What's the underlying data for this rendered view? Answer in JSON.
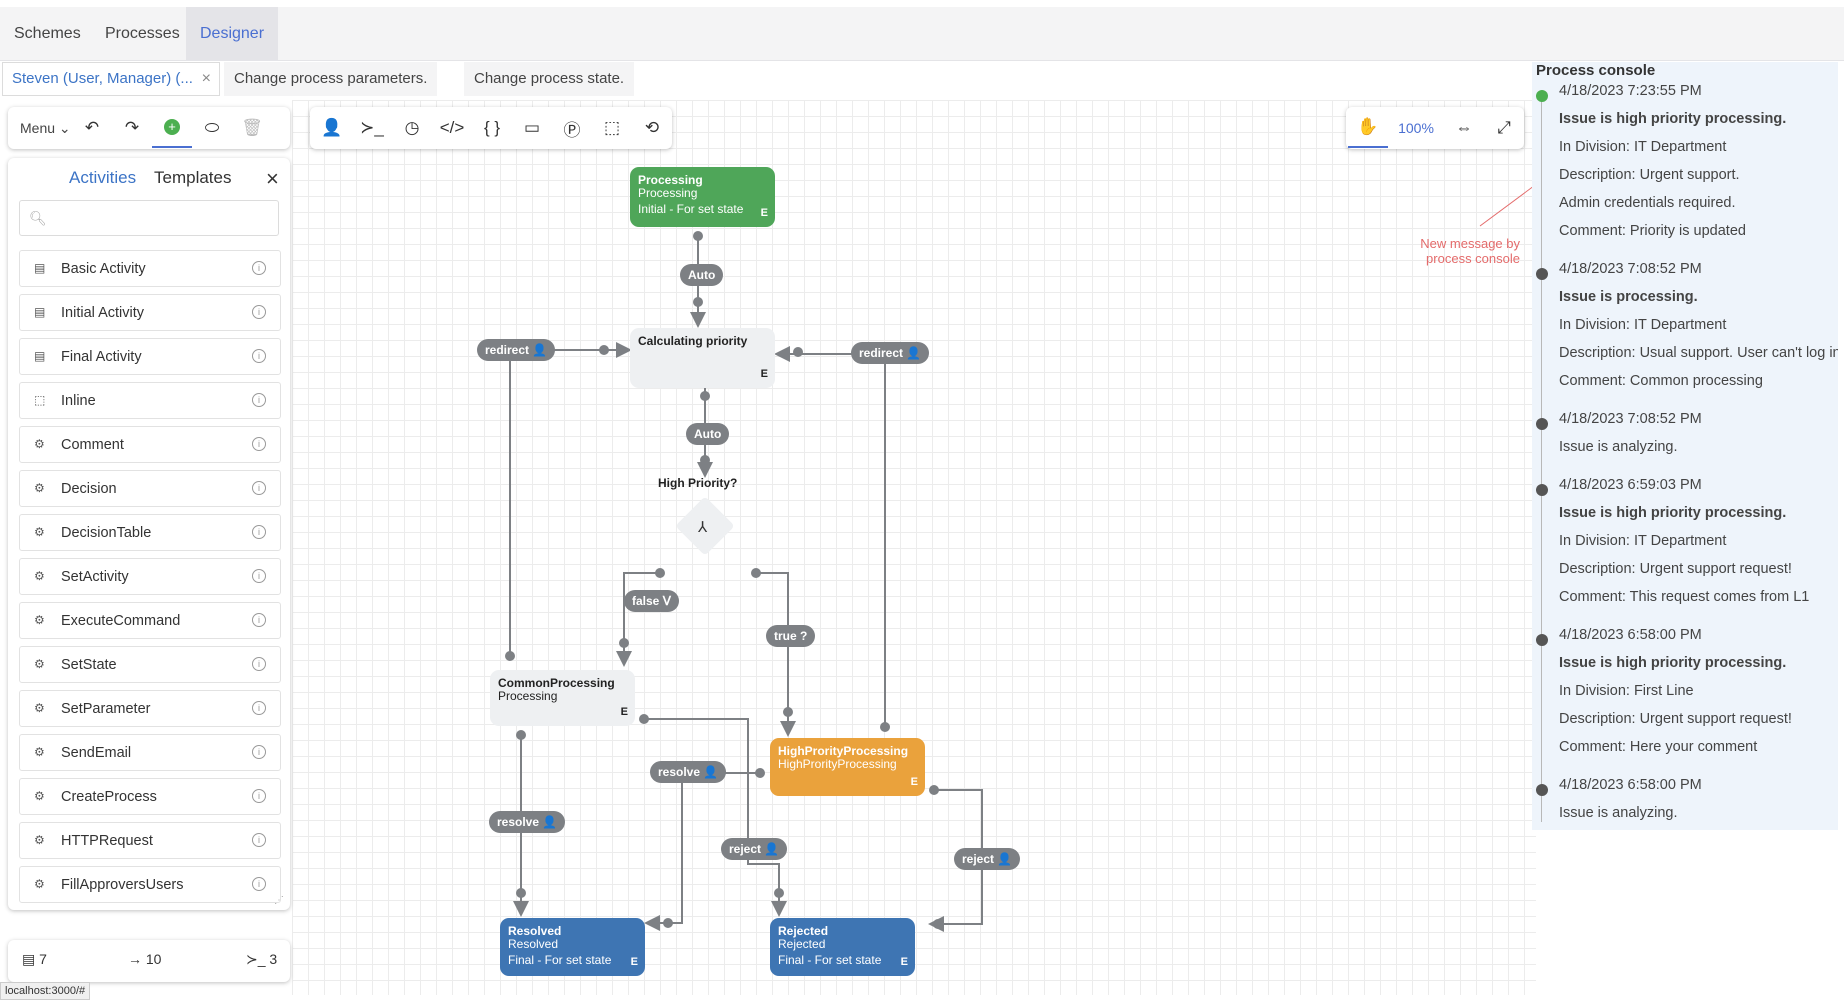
{
  "nav": {
    "tabs": [
      {
        "label": "Schemes"
      },
      {
        "label": "Processes"
      },
      {
        "label": "Designer"
      }
    ]
  },
  "subbar": {
    "user": "Steven (User, Manager) (...",
    "close": "×",
    "actions": [
      "Change process parameters.",
      "Change process state."
    ]
  },
  "toolbar": {
    "menu": "Menu",
    "zoom": "100%"
  },
  "panel": {
    "tabs": [
      "Activities",
      "Templates"
    ],
    "close": "×",
    "items": [
      "Basic Activity",
      "Initial Activity",
      "Final Activity",
      "Inline",
      "Comment",
      "Decision",
      "DecisionTable",
      "SetActivity",
      "ExecuteCommand",
      "SetState",
      "SetParameter",
      "SendEmail",
      "CreateProcess",
      "HTTPRequest",
      "FillApproversUsers"
    ]
  },
  "status": {
    "activities": "7",
    "transitions": "10",
    "commands": "3"
  },
  "url": "localhost:3000/#",
  "diagram": {
    "nodes": {
      "processing": {
        "title": "Processing",
        "state": "Processing",
        "sub": "Initial - For set state",
        "e": "E"
      },
      "calc": {
        "title": "Calculating priority",
        "e": "E"
      },
      "decision": {
        "title": "High Priority?"
      },
      "common": {
        "title": "CommonProcessing",
        "state": "Processing",
        "e": "E"
      },
      "high": {
        "title": "HighProrityProcessing",
        "state": "HighProrityProcessing",
        "e": "E"
      },
      "resolved": {
        "title": "Resolved",
        "state": "Resolved",
        "sub": "Final - For set state",
        "e": "E"
      },
      "rejected": {
        "title": "Rejected",
        "state": "Rejected",
        "sub": "Final - For set state",
        "e": "E"
      }
    },
    "labels": {
      "auto1": "Auto",
      "auto2": "Auto",
      "redirect_left": "redirect",
      "redirect_right": "redirect",
      "false": "false",
      "true": "true ?",
      "resolve1": "resolve",
      "resolve2": "resolve",
      "reject1": "reject",
      "reject2": "reject"
    }
  },
  "console": {
    "title": "Process console",
    "entries": [
      {
        "time": "4/18/2023 7:23:55 PM",
        "lines": [
          {
            "t": "Issue is high priority processing.",
            "b": true
          },
          {
            "t": "In Division: IT Department"
          },
          {
            "t": "Description: Urgent support."
          },
          {
            "t": "Admin credentials required."
          },
          {
            "t": "Comment: Priority is updated"
          }
        ]
      },
      {
        "time": "4/18/2023 7:08:52 PM",
        "lines": [
          {
            "t": "Issue is processing.",
            "b": true
          },
          {
            "t": "In Division: IT Department"
          },
          {
            "t": "Description: Usual support. User can't log in"
          },
          {
            "t": "Comment: Common processing"
          }
        ]
      },
      {
        "time": "4/18/2023 7:08:52 PM",
        "lines": [
          {
            "t": "Issue is analyzing."
          }
        ]
      },
      {
        "time": "4/18/2023 6:59:03 PM",
        "lines": [
          {
            "t": "Issue is high priority processing.",
            "b": true
          },
          {
            "t": "In Division: IT Department"
          },
          {
            "t": "Description: Urgent support request!"
          },
          {
            "t": "Comment: This request comes from L1"
          }
        ]
      },
      {
        "time": "4/18/2023 6:58:00 PM",
        "lines": [
          {
            "t": "Issue is high priority processing.",
            "b": true
          },
          {
            "t": "In Division: First Line"
          },
          {
            "t": "Description: Urgent support request!"
          },
          {
            "t": "Comment: Here your comment"
          }
        ]
      },
      {
        "time": "4/18/2023 6:58:00 PM",
        "lines": [
          {
            "t": "Issue is analyzing."
          }
        ]
      }
    ],
    "note": "New message by process console"
  },
  "colors": {
    "initial": "#4fa659",
    "activity": "#eef0f2",
    "highPriority": "#eaa23c",
    "final": "#3e75b3",
    "accent": "#4a6fd1"
  }
}
